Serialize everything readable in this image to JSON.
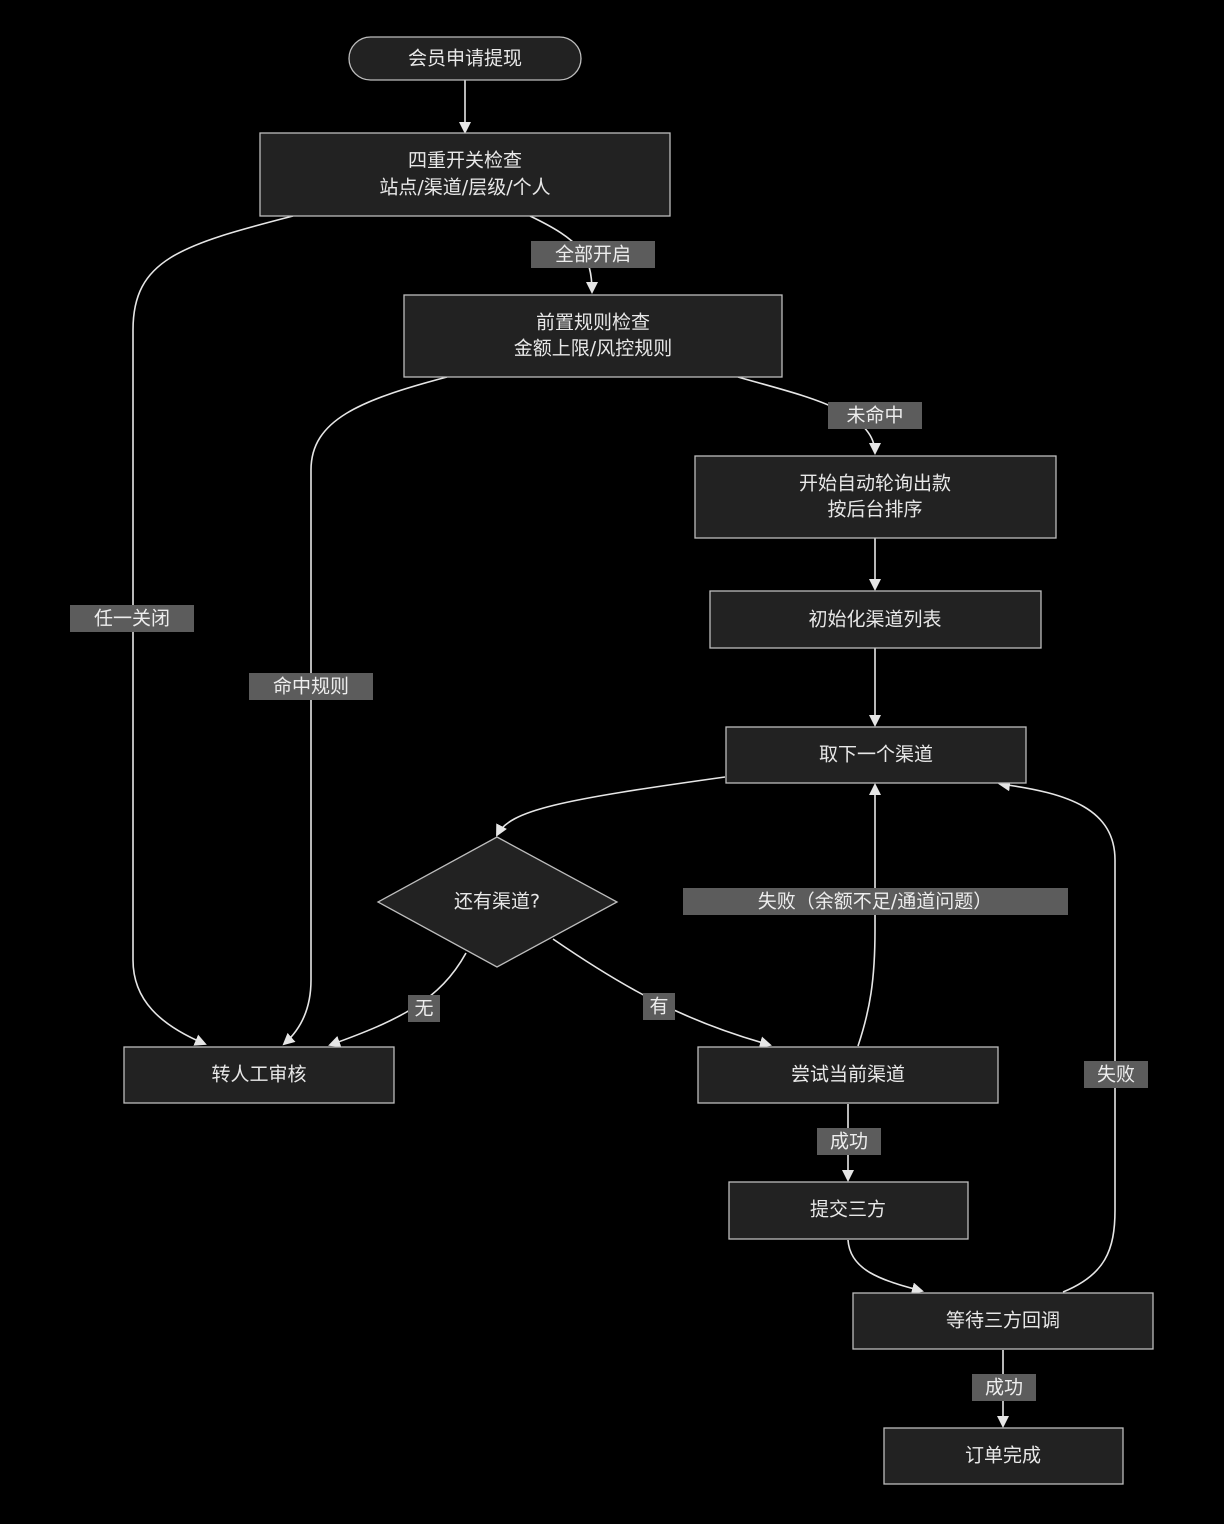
{
  "colors": {
    "background": "#000000",
    "node_fill": "#222222",
    "node_border": "#bdbdbd",
    "edge": "#e6e6e6",
    "label_bg": "#5c5c5c",
    "text": "#e8e8e8"
  },
  "nodes": {
    "start": "会员申请提现",
    "switch_check_line1": "四重开关检查",
    "switch_check_line2": "站点/渠道/层级/个人",
    "pre_rule_line1": "前置规则检查",
    "pre_rule_line2": "金额上限/风控规则",
    "auto_poll_line1": "开始自动轮询出款",
    "auto_poll_line2": "按后台排序",
    "init_channels": "初始化渠道列表",
    "next_channel": "取下一个渠道",
    "has_channel": "还有渠道?",
    "manual_review": "转人工审核",
    "try_channel": "尝试当前渠道",
    "submit_third": "提交三方",
    "wait_callback": "等待三方回调",
    "order_done": "订单完成"
  },
  "edge_labels": {
    "all_on": "全部开启",
    "any_off": "任一关闭",
    "rule_hit": "命中规则",
    "rule_miss": "未命中",
    "fail_detail": "失败（余额不足/通道问题）",
    "no": "无",
    "yes": "有",
    "success1": "成功",
    "fail": "失败",
    "success2": "成功"
  }
}
